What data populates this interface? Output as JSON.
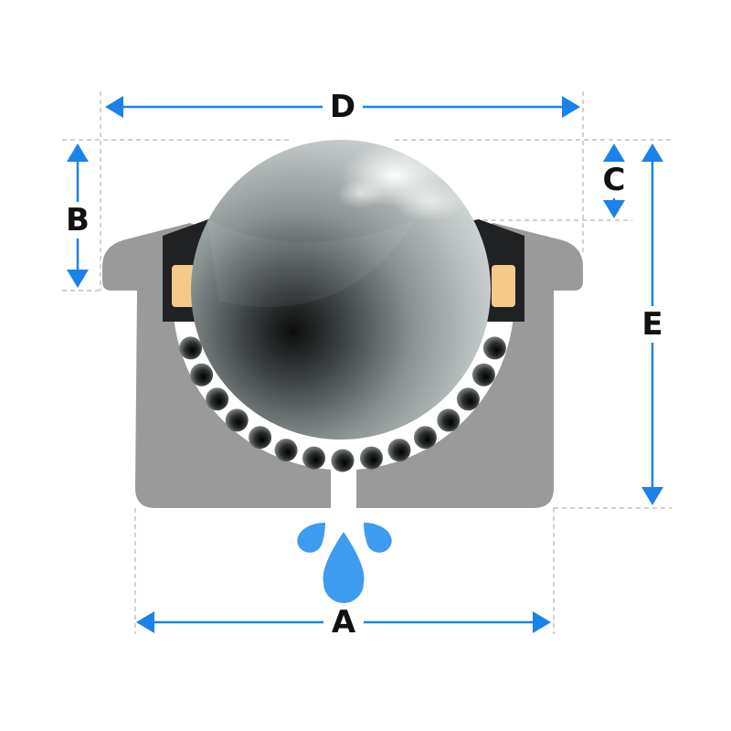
{
  "labels": {
    "A": "A",
    "B": "B",
    "C": "C",
    "D": "D",
    "E": "E"
  },
  "colors": {
    "housing": "#9a9a9a",
    "seal": "#1f2122",
    "felt": "#f6c98a",
    "ball_light": "#c6cccb",
    "ball_dark": "#111111",
    "arrow": "#1a82e8",
    "water": "#3d9bf0",
    "guide": "#b5b5b5"
  },
  "icons": [
    "dimension-arrow-icon",
    "water-drop-icon"
  ]
}
